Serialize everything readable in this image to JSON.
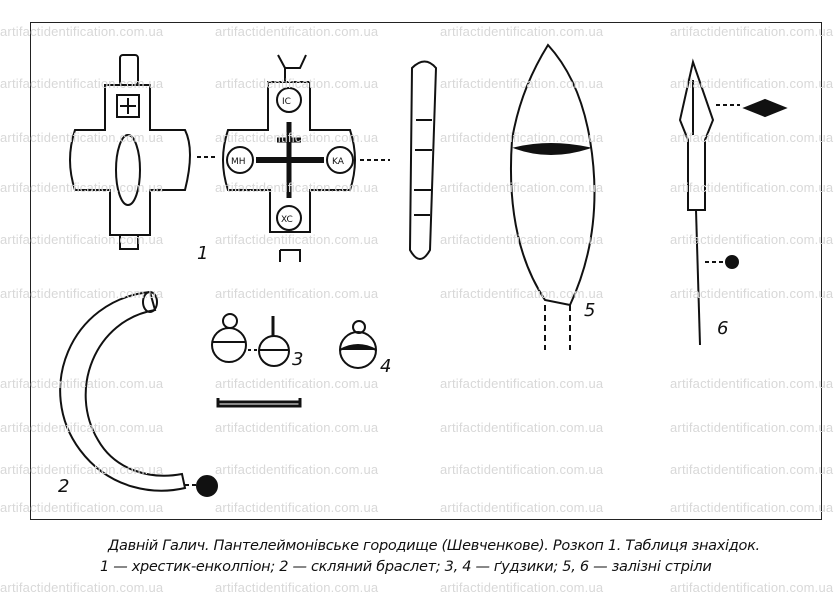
{
  "watermark": "artifactidentification.com.ua",
  "figure_labels": {
    "n1": "1",
    "n2": "2",
    "n3": "3",
    "n4": "4",
    "n5": "5",
    "n6": "6"
  },
  "cross_letters": {
    "top": "IC",
    "left": "MH",
    "right": "KA",
    "bottom": "XC"
  },
  "caption": {
    "line1": "Давній Галич. Пантелеймонівське городище (Шевченкове). Розкоп 1. Таблиця знахідок.",
    "line2": "1 — хрестик-енколпіон;  2 — скляний браслет; 3, 4 — ґудзики; 5, 6 —  залізні стріли"
  }
}
